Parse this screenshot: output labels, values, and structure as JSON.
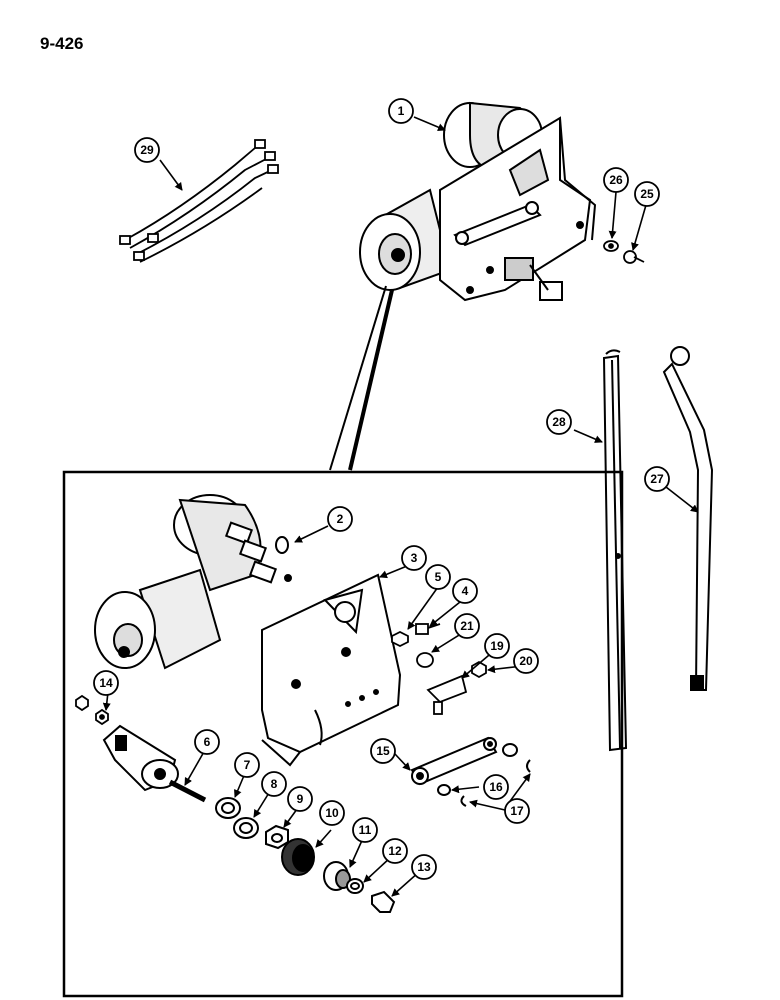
{
  "page_number": "9-426",
  "callouts": [
    "1",
    "2",
    "3",
    "4",
    "5",
    "6",
    "7",
    "8",
    "9",
    "10",
    "11",
    "12",
    "13",
    "14",
    "15",
    "16",
    "17",
    "19",
    "20",
    "21",
    "25",
    "26",
    "27",
    "28",
    "29"
  ],
  "colors": {
    "ink": "#000000",
    "paper": "#ffffff",
    "shade": "#444444"
  },
  "parts": [
    "wiper-motor-assembly",
    "wiper-motor",
    "mounting-plate",
    "screw",
    "nut",
    "switch",
    "washer",
    "washer",
    "nut",
    "bushing",
    "bushing",
    "washer",
    "cap",
    "screw-and-washer",
    "crank-arm",
    "washer",
    "clip",
    "link",
    "nut",
    "washer",
    "screw",
    "washer",
    "wiper-arm",
    "wiper-blade",
    "wiring-harness"
  ]
}
